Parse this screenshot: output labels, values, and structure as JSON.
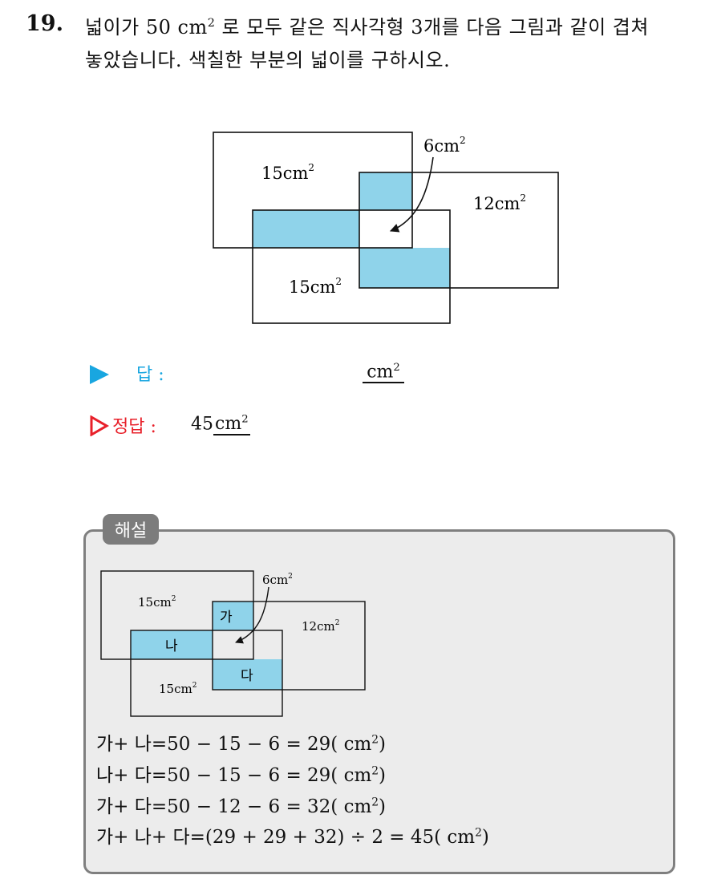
{
  "question": {
    "number": "19.",
    "line1_before": "넓이가 50 cm",
    "line1_sup": "2",
    "line1_after": " 로 모두 같은 직사각형 3개를 다음 그림과 같이 겹쳐",
    "line2": "놓았습니다. 색칠한 부분의 넓이를 구하시오."
  },
  "figure": {
    "label_top_left": "15cm",
    "label_right": "12cm",
    "label_bottom": "15cm",
    "label_center": "6cm",
    "sup": "2"
  },
  "answer": {
    "label": "답 :",
    "unit": "cm",
    "unit_sup": "2"
  },
  "correct": {
    "label": "정답 :",
    "value": "45",
    "unit": "cm",
    "unit_sup": "2"
  },
  "explanation": {
    "tag": "해설",
    "figure": {
      "label_top_left": "15cm",
      "label_right": "12cm",
      "label_bottom": "15cm",
      "label_center": "6cm",
      "sup": "2",
      "ga": "가",
      "na": "나",
      "da": "다"
    },
    "equations": [
      {
        "text": "가+ 나=50 − 15 − 6 = 29( cm",
        "sup": "2",
        "close": ")"
      },
      {
        "text": "나+ 다=50 − 15 − 6 = 29( cm",
        "sup": "2",
        "close": ")"
      },
      {
        "text": "가+ 다=50 − 12 − 6 = 32( cm",
        "sup": "2",
        "close": ")"
      },
      {
        "text": "가+ 나+ 다=(29 + 29 + 32) ÷ 2 = 45( cm",
        "sup": "2",
        "close": ")"
      }
    ]
  },
  "colors": {
    "shade": "#8fd3ea",
    "answer_marker": "#19a6e0",
    "correct_marker": "#e8202a",
    "explanation_bg": "#ececec",
    "explanation_border": "#7f7f7f"
  }
}
